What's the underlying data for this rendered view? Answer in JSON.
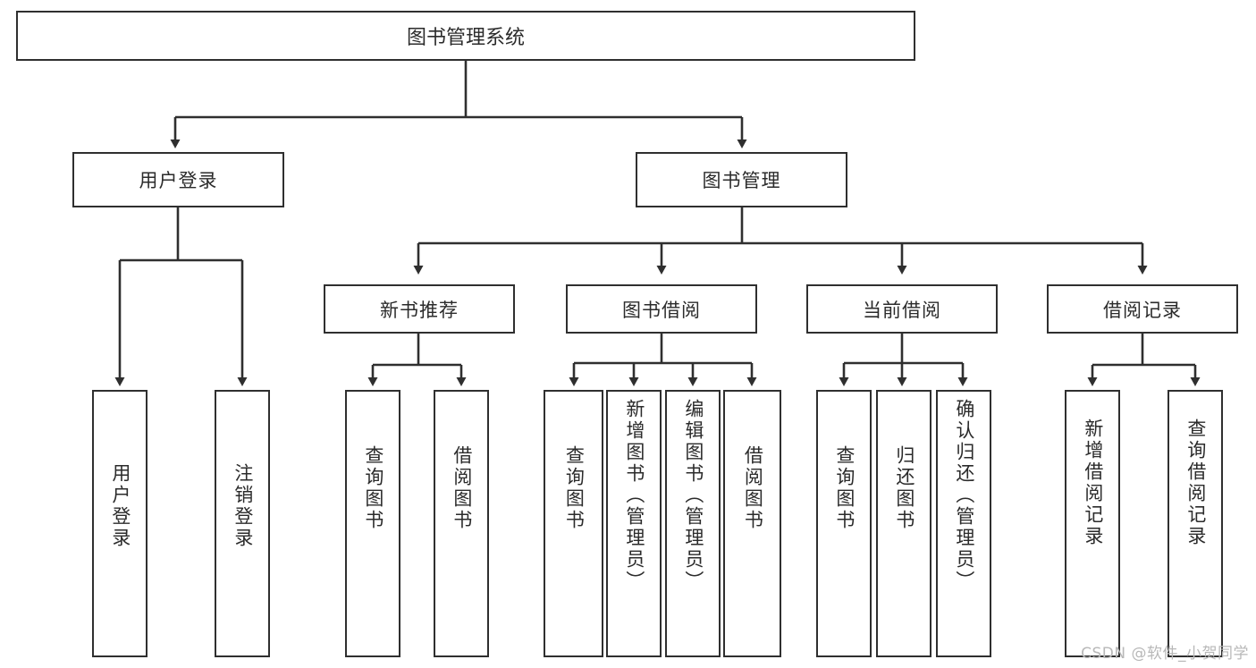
{
  "diagram": {
    "type": "tree",
    "title": "图书管理系统",
    "root": {
      "id": "root",
      "label": "图书管理系统"
    },
    "level1": [
      {
        "id": "user-login",
        "label": "用户登录"
      },
      {
        "id": "book-management",
        "label": "图书管理"
      }
    ],
    "level2": [
      {
        "id": "new-book-recommend",
        "label": "新书推荐",
        "parent": "book-management"
      },
      {
        "id": "book-borrow",
        "label": "图书借阅",
        "parent": "book-management"
      },
      {
        "id": "current-borrow",
        "label": "当前借阅",
        "parent": "book-management"
      },
      {
        "id": "borrow-record",
        "label": "借阅记录",
        "parent": "book-management"
      }
    ],
    "leaves": [
      {
        "id": "leaf-user-login",
        "label": "用户登录",
        "parent": "user-login"
      },
      {
        "id": "leaf-logout-login",
        "label": "注销登录",
        "parent": "user-login"
      },
      {
        "id": "leaf-query-book-1",
        "label": "查询图书",
        "parent": "new-book-recommend"
      },
      {
        "id": "leaf-borrow-book-1",
        "label": "借阅图书",
        "parent": "new-book-recommend"
      },
      {
        "id": "leaf-query-book-2",
        "label": "查询图书",
        "parent": "book-borrow"
      },
      {
        "id": "leaf-add-book",
        "label": "新增图书（管理员）",
        "parent": "book-borrow"
      },
      {
        "id": "leaf-edit-book",
        "label": "编辑图书（管理员）",
        "parent": "book-borrow"
      },
      {
        "id": "leaf-borrow-book-2",
        "label": "借阅图书",
        "parent": "book-borrow"
      },
      {
        "id": "leaf-query-book-3",
        "label": "查询图书",
        "parent": "current-borrow"
      },
      {
        "id": "leaf-return-book",
        "label": "归还图书",
        "parent": "current-borrow"
      },
      {
        "id": "leaf-confirm-return",
        "label": "确认归还（管理员）",
        "parent": "current-borrow"
      },
      {
        "id": "leaf-add-record",
        "label": "新增借阅记录",
        "parent": "borrow-record"
      },
      {
        "id": "leaf-query-record",
        "label": "查询借阅记录",
        "parent": "borrow-record"
      }
    ],
    "colors": {
      "border": "#2f2f2f",
      "text": "#2b2b2b",
      "background": "#ffffff",
      "watermark": "#b8b8b8"
    }
  },
  "watermark": {
    "text": "CSDN @软件_小贺同学"
  }
}
